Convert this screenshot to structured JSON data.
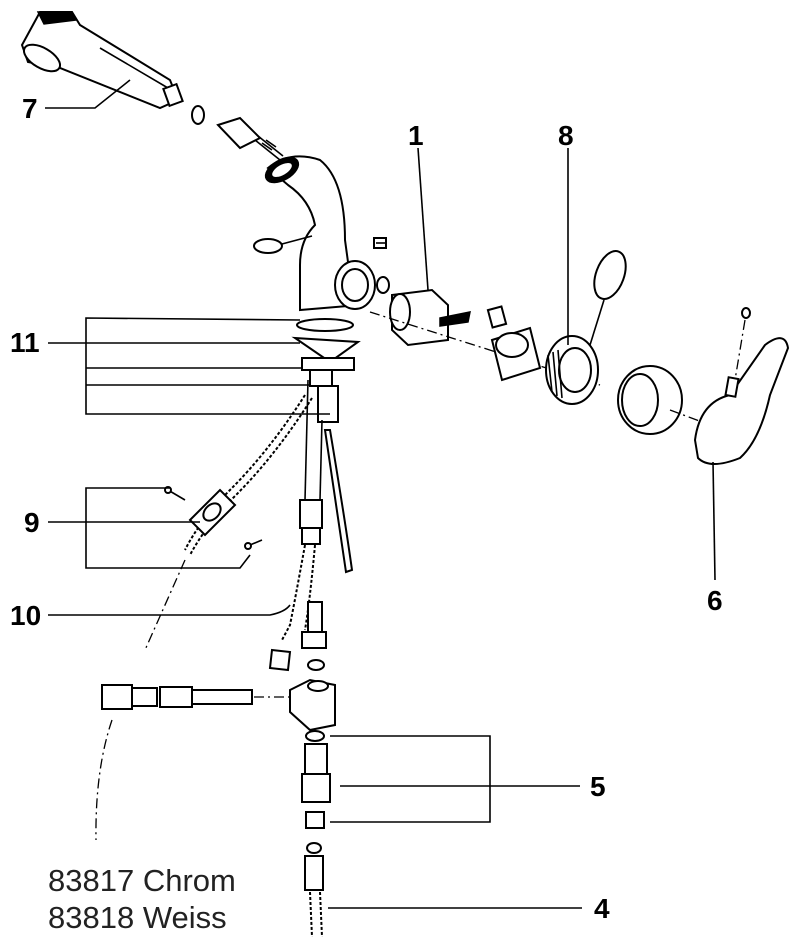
{
  "callouts": {
    "c1": "1",
    "c4": "4",
    "c5": "5",
    "c6": "6",
    "c7": "7",
    "c8": "8",
    "c9": "9",
    "c10": "10",
    "c11": "11"
  },
  "captions": {
    "line1": "83817 Chrom",
    "line2": "83818 Weiss"
  }
}
